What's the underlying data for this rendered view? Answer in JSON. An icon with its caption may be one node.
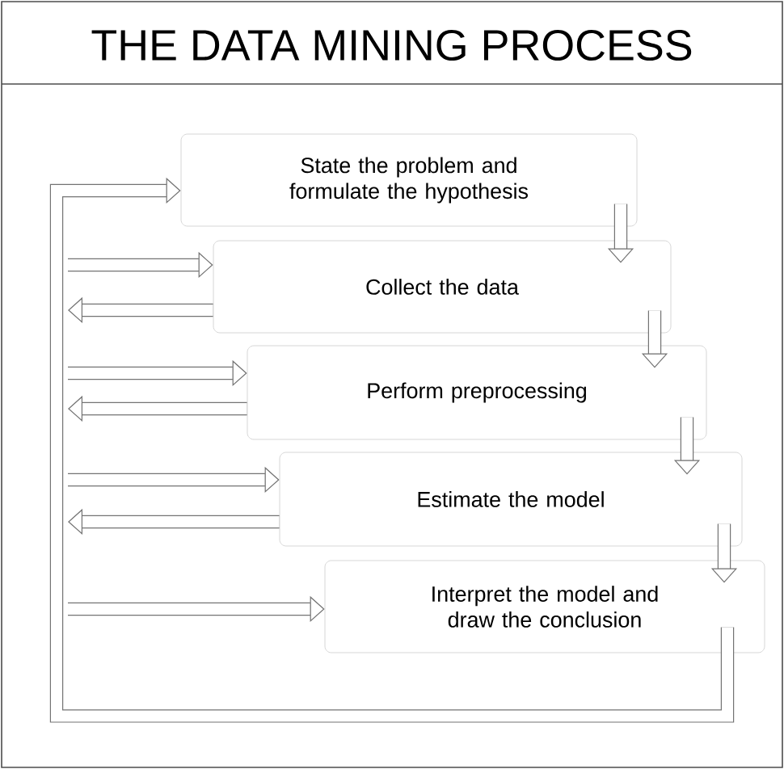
{
  "diagram": {
    "title": "THE DATA MINING PROCESS",
    "nodes": [
      {
        "text": [
          "State the problem and formulate the hypothesis"
        ]
      },
      {
        "text": [
          "Collect the data"
        ]
      },
      {
        "text": [
          "Perform preprocessing"
        ]
      },
      {
        "text": [
          "Estimate the model"
        ]
      },
      {
        "text": [
          "Interpret the model and draw the conclusion"
        ]
      }
    ],
    "edges": [
      {
        "from": 0,
        "to": 1,
        "arrow": "to"
      },
      {
        "from": 1,
        "to": 2,
        "arrow": "to"
      },
      {
        "from": 2,
        "to": 3,
        "arrow": "to"
      },
      {
        "from": 3,
        "to": 4,
        "arrow": "to"
      },
      {
        "from": 4,
        "to": 0,
        "arrow": "to"
      },
      {
        "from": null,
        "to": 1,
        "arrow": "to"
      },
      {
        "from": 1,
        "to": null,
        "arrow": "to"
      },
      {
        "from": null,
        "to": 2,
        "arrow": "to"
      },
      {
        "from": 2,
        "to": null,
        "arrow": "to"
      },
      {
        "from": null,
        "to": 3,
        "arrow": "to"
      },
      {
        "from": 3,
        "to": null,
        "arrow": "to"
      },
      {
        "from": null,
        "to": 4,
        "arrow": "to"
      }
    ]
  }
}
